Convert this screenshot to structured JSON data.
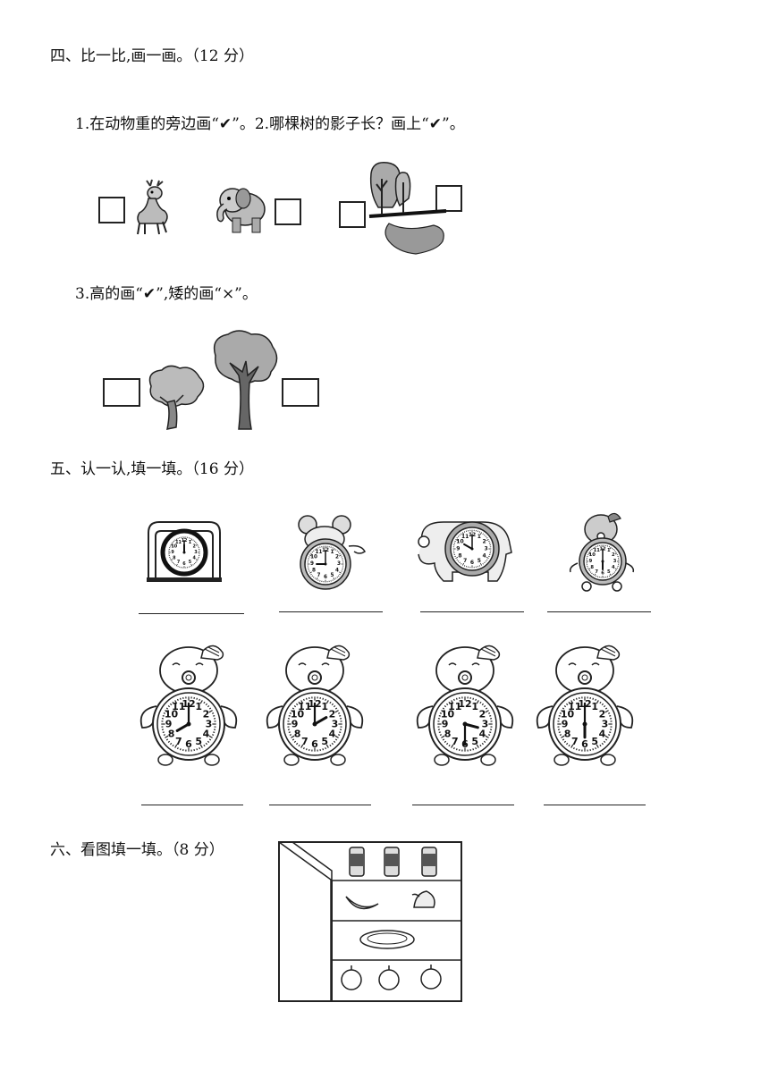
{
  "section4": {
    "heading": "四、比一比,画一画。（12  分）",
    "q1_q2": "1.在动物重的旁边画“✔”。2.哪棵树的影子长？画上“✔”。",
    "q3": "3.高的画“✔”,矮的画“×”。"
  },
  "section5": {
    "heading": "五、认一认,填一填。（16  分）",
    "clock_times": [
      "12:00",
      "9:00",
      "10:00",
      "6:00",
      "8:00",
      "2:00",
      "3:30",
      "6:00"
    ],
    "clock_digits": [
      "12",
      "1",
      "2",
      "3",
      "4",
      "5",
      "6",
      "7",
      "8",
      "9",
      "10",
      "11"
    ]
  },
  "section6": {
    "heading": "六、看图填一填。（8  分）"
  }
}
